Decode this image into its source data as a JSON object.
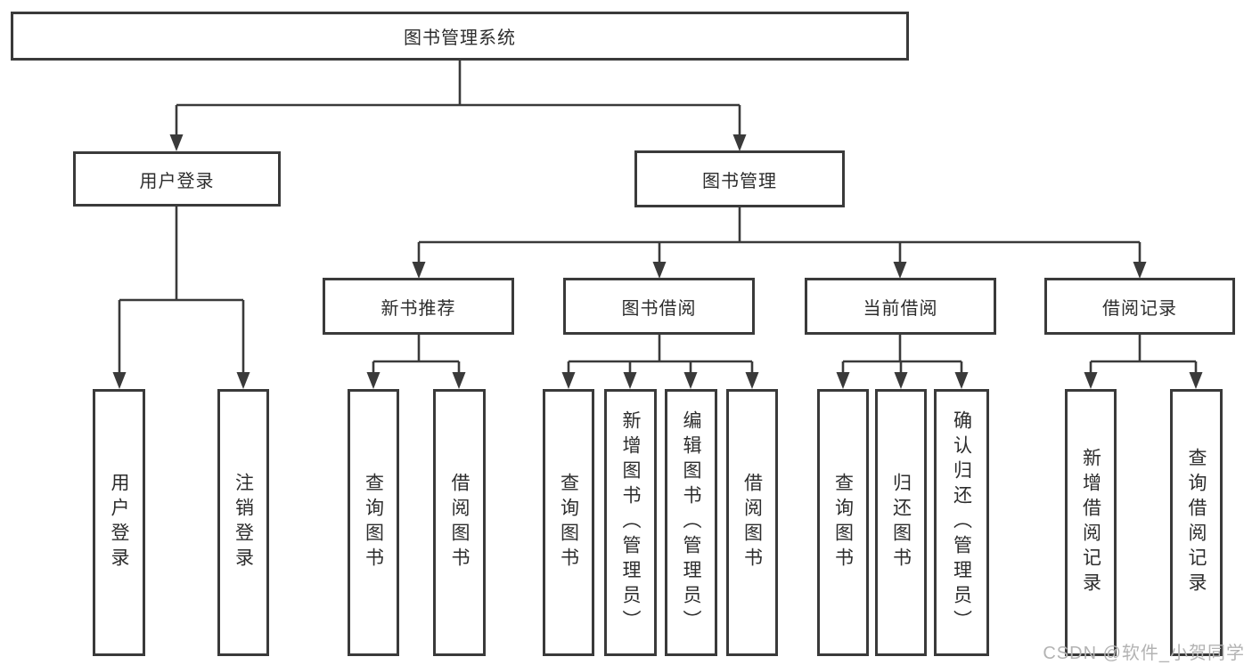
{
  "colors": {
    "line": "#3a3a3a",
    "box_border": "#3a3a3a",
    "text": "#2d2d2d",
    "watermark": "#b3b3b3",
    "background": "#ffffff"
  },
  "watermark": {
    "text": "CSDN @软件_小贺同学"
  },
  "tree": {
    "root": {
      "label": "图书管理系统",
      "children": [
        {
          "label": "用户登录",
          "children": [
            {
              "label": "用户登录"
            },
            {
              "label": "注销登录"
            }
          ]
        },
        {
          "label": "图书管理",
          "children": [
            {
              "label": "新书推荐",
              "children": [
                {
                  "label": "查询图书"
                },
                {
                  "label": "借阅图书"
                }
              ]
            },
            {
              "label": "图书借阅",
              "children": [
                {
                  "label": "查询图书"
                },
                {
                  "label": "新增图书（管理员）"
                },
                {
                  "label": "编辑图书（管理员）"
                },
                {
                  "label": "借阅图书"
                }
              ]
            },
            {
              "label": "当前借阅",
              "children": [
                {
                  "label": "查询图书"
                },
                {
                  "label": "归还图书"
                },
                {
                  "label": "确认归还（管理员）"
                }
              ]
            },
            {
              "label": "借阅记录",
              "children": [
                {
                  "label": "新增借阅记录"
                },
                {
                  "label": "查询借阅记录"
                }
              ]
            }
          ]
        }
      ]
    }
  }
}
